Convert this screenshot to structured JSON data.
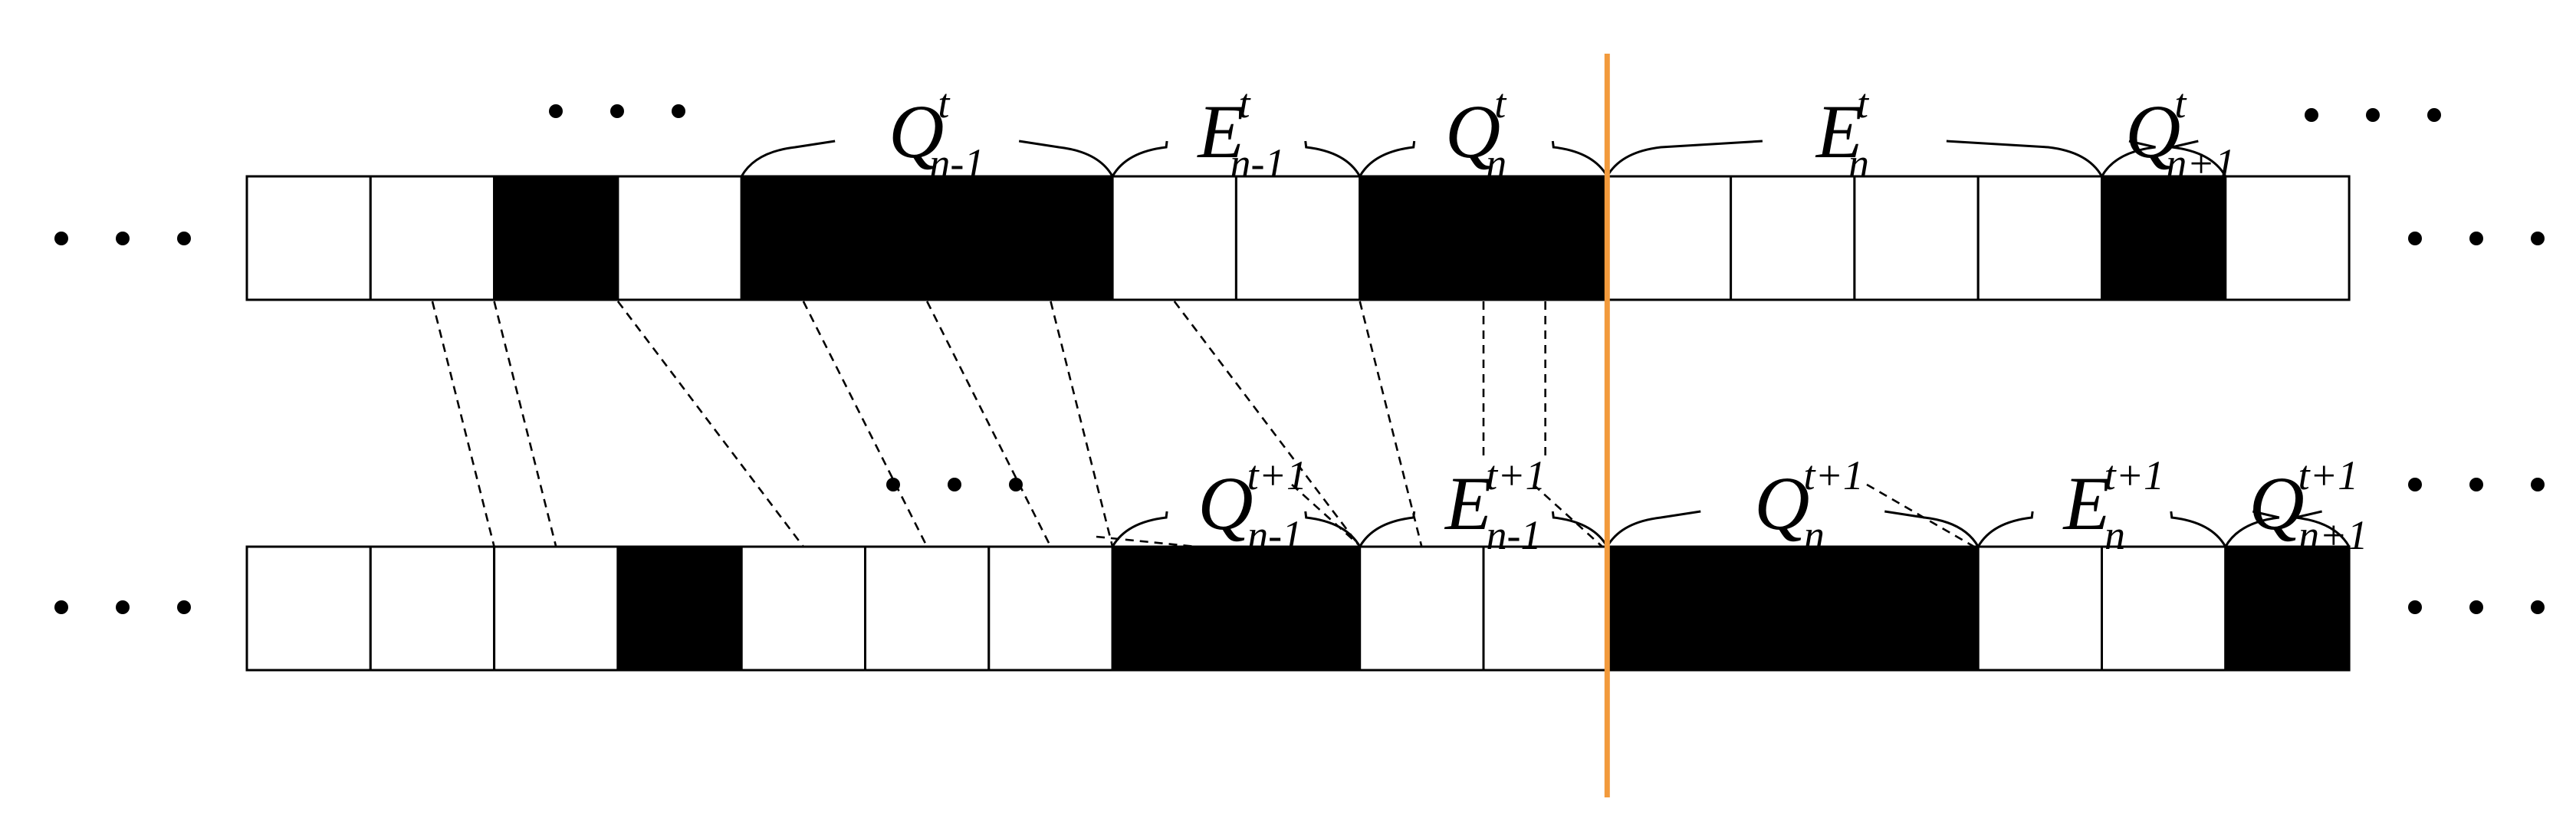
{
  "figure": {
    "rows": [
      {
        "id": "row-t",
        "cells": [
          0,
          0,
          1,
          0,
          1,
          1,
          1,
          0,
          0,
          1,
          1,
          0,
          0,
          0,
          0,
          1,
          0
        ],
        "segments": [
          {
            "symbol": "Q",
            "sub": "n-1",
            "sup": "t",
            "from": 4,
            "to": 7
          },
          {
            "symbol": "E",
            "sub": "n-1",
            "sup": "t",
            "from": 7,
            "to": 9
          },
          {
            "symbol": "Q",
            "sub": "n",
            "sup": "t",
            "from": 9,
            "to": 11
          },
          {
            "symbol": "E",
            "sub": "n",
            "sup": "t",
            "from": 11,
            "to": 15
          },
          {
            "symbol": "Q",
            "sub": "n+1",
            "sup": "t",
            "from": 15,
            "to": 16
          }
        ]
      },
      {
        "id": "row-t1",
        "cells": [
          0,
          0,
          0,
          1,
          0,
          0,
          0,
          1,
          1,
          0,
          0,
          1,
          1,
          1,
          0,
          0,
          1
        ],
        "segments": [
          {
            "symbol": "Q",
            "sub": "n-1",
            "sup": "t+1",
            "from": 7,
            "to": 9
          },
          {
            "symbol": "E",
            "sub": "n-1",
            "sup": "t+1",
            "from": 9,
            "to": 11
          },
          {
            "symbol": "Q",
            "sub": "n",
            "sup": "t+1",
            "from": 11,
            "to": 14
          },
          {
            "symbol": "E",
            "sub": "n",
            "sup": "t+1",
            "from": 14,
            "to": 16
          },
          {
            "symbol": "Q",
            "sub": "n+1",
            "sup": "t+1",
            "from": 16,
            "to": 17
          }
        ]
      }
    ],
    "mappings": [
      [
        3,
        4
      ],
      [
        4,
        5
      ],
      [
        6,
        9
      ],
      [
        9,
        11
      ],
      [
        11,
        13
      ],
      [
        13,
        14
      ],
      [
        15,
        18
      ],
      [
        18,
        19
      ],
      [
        20,
        20
      ],
      [
        21,
        21
      ]
    ],
    "mapping_tops": [
      4,
      5,
      6,
      9,
      11,
      13,
      15,
      18,
      20,
      21
    ],
    "boundary_after_cell": 11,
    "colors": {
      "cell_filled": "#000000",
      "cell_empty": "#ffffff",
      "line": "#000000",
      "boundary": "#f29a3c"
    }
  }
}
